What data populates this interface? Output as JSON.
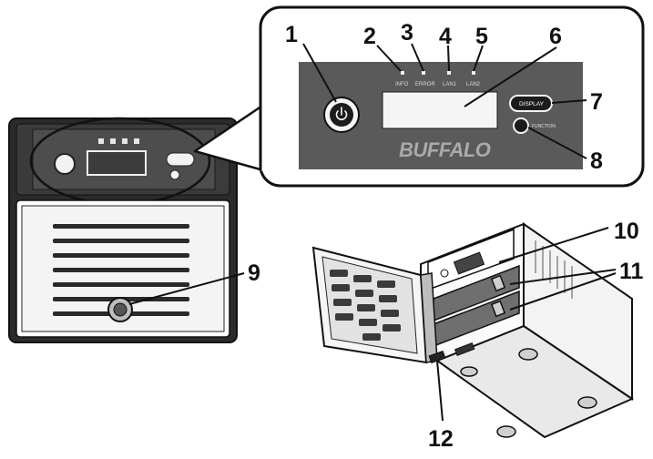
{
  "callouts": {
    "c1": "1",
    "c2": "2",
    "c3": "3",
    "c4": "4",
    "c5": "5",
    "c6": "6",
    "c7": "7",
    "c8": "8",
    "c9": "9",
    "c10": "10",
    "c11": "11",
    "c12": "12"
  },
  "front_panel": {
    "led_labels": [
      "INFO",
      "ERROR",
      "LAN1",
      "LAN2"
    ],
    "display_button_label": "DISPLAY",
    "function_button_label": "FUNCTION",
    "brand": "BUFFALO"
  },
  "colors": {
    "panel": "#5a5a5a",
    "device_body": "#2e2e2e",
    "line": "#111111",
    "case_light": "#e9e9e9"
  }
}
